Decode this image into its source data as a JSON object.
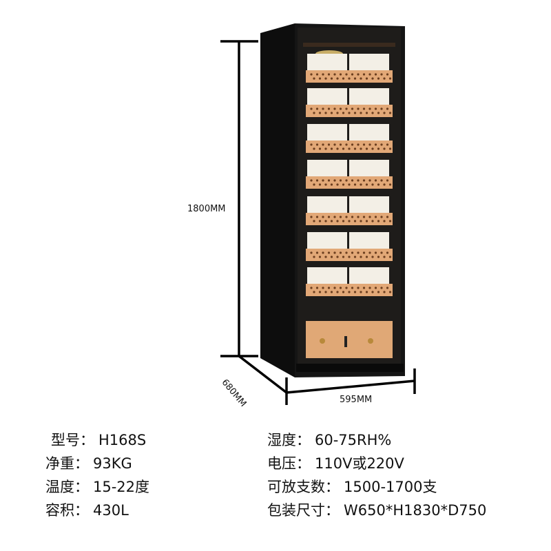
{
  "dimensions": {
    "height": "1800MM",
    "depth": "680MM",
    "width": "595MM"
  },
  "specs_left": [
    {
      "label": "型号：",
      "value": "H168S"
    },
    {
      "label": "净重：",
      "value": "93KG"
    },
    {
      "label": "温度：",
      "value": "15-22度"
    },
    {
      "label": "容积：",
      "value": "430L"
    }
  ],
  "specs_right": [
    {
      "label": "湿度：",
      "value": "60-75RH%"
    },
    {
      "label": "电压：",
      "value": "110V或220V"
    },
    {
      "label": "可放支数：",
      "value": "1500-1700支"
    },
    {
      "label": "包装尺寸：",
      "value": "W650*H1830*D750"
    }
  ],
  "colors": {
    "cabinet": "#121212",
    "wood": "#e2a877",
    "box": "#f3efe6"
  }
}
